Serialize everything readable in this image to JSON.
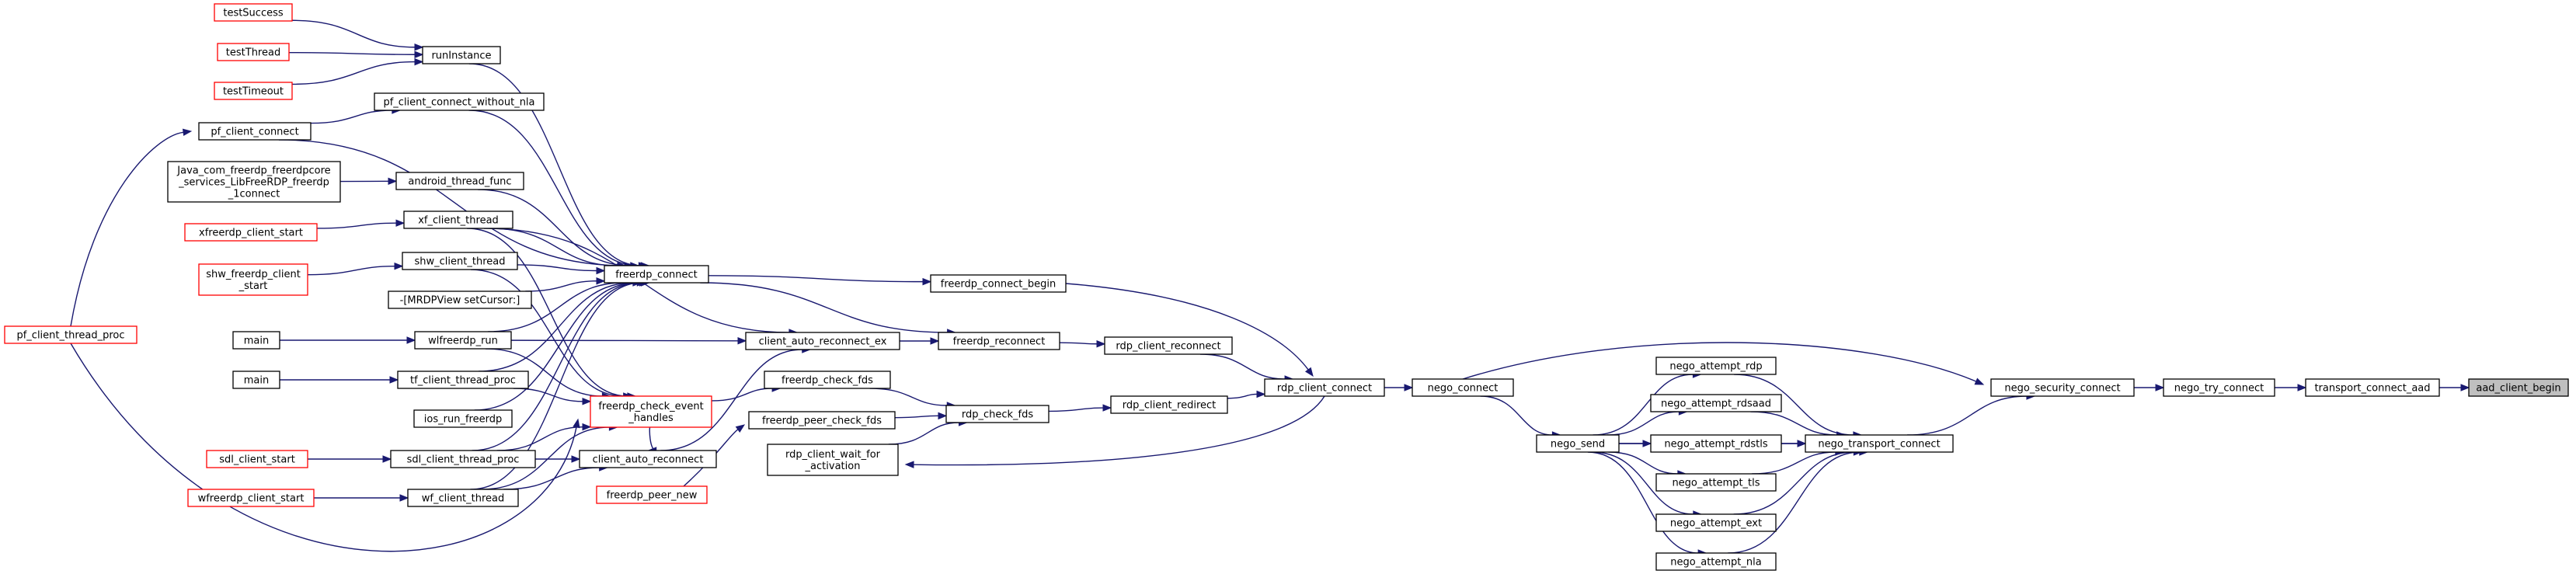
{
  "diagram": {
    "type": "call-graph",
    "colors": {
      "edge": "#191970",
      "node_border": "#000000",
      "truncated_border": "#ff0000",
      "root_fill": "#bfbfbf"
    },
    "nodes": [
      {
        "id": "aad_client_begin",
        "label": [
          "aad_client_begin"
        ],
        "style": "root"
      },
      {
        "id": "transport_connect_aad",
        "label": [
          "transport_connect_aad"
        ],
        "style": "normal"
      },
      {
        "id": "nego_try_connect",
        "label": [
          "nego_try_connect"
        ],
        "style": "normal"
      },
      {
        "id": "nego_security_connect",
        "label": [
          "nego_security_connect"
        ],
        "style": "normal"
      },
      {
        "id": "nego_transport_connect",
        "label": [
          "nego_transport_connect"
        ],
        "style": "normal"
      },
      {
        "id": "nego_attempt_rdp",
        "label": [
          "nego_attempt_rdp"
        ],
        "style": "normal"
      },
      {
        "id": "nego_attempt_rdsaad",
        "label": [
          "nego_attempt_rdsaad"
        ],
        "style": "normal"
      },
      {
        "id": "nego_attempt_rdstls",
        "label": [
          "nego_attempt_rdstls"
        ],
        "style": "normal"
      },
      {
        "id": "nego_attempt_tls",
        "label": [
          "nego_attempt_tls"
        ],
        "style": "normal"
      },
      {
        "id": "nego_attempt_ext",
        "label": [
          "nego_attempt_ext"
        ],
        "style": "normal"
      },
      {
        "id": "nego_attempt_nla",
        "label": [
          "nego_attempt_nla"
        ],
        "style": "normal"
      },
      {
        "id": "nego_send",
        "label": [
          "nego_send"
        ],
        "style": "normal"
      },
      {
        "id": "nego_connect",
        "label": [
          "nego_connect"
        ],
        "style": "normal"
      },
      {
        "id": "rdp_client_connect",
        "label": [
          "rdp_client_connect"
        ],
        "style": "normal"
      },
      {
        "id": "freerdp_connect_begin",
        "label": [
          "freerdp_connect_begin"
        ],
        "style": "normal"
      },
      {
        "id": "rdp_client_reconnect",
        "label": [
          "rdp_client_reconnect"
        ],
        "style": "normal"
      },
      {
        "id": "rdp_client_redirect",
        "label": [
          "rdp_client_redirect"
        ],
        "style": "normal"
      },
      {
        "id": "rdp_check_fds",
        "label": [
          "rdp_check_fds"
        ],
        "style": "normal"
      },
      {
        "id": "rdp_client_wait_for_activation",
        "label": [
          "rdp_client_wait_for",
          "_activation"
        ],
        "style": "normal"
      },
      {
        "id": "freerdp_reconnect",
        "label": [
          "freerdp_reconnect"
        ],
        "style": "normal"
      },
      {
        "id": "freerdp_check_fds",
        "label": [
          "freerdp_check_fds"
        ],
        "style": "normal"
      },
      {
        "id": "freerdp_peer_check_fds",
        "label": [
          "freerdp_peer_check_fds"
        ],
        "style": "normal"
      },
      {
        "id": "freerdp_peer_new",
        "label": [
          "freerdp_peer_new"
        ],
        "style": "red"
      },
      {
        "id": "client_auto_reconnect_ex",
        "label": [
          "client_auto_reconnect_ex"
        ],
        "style": "normal"
      },
      {
        "id": "client_auto_reconnect",
        "label": [
          "client_auto_reconnect"
        ],
        "style": "normal"
      },
      {
        "id": "freerdp_connect",
        "label": [
          "freerdp_connect"
        ],
        "style": "normal"
      },
      {
        "id": "freerdp_check_event_handles",
        "label": [
          "freerdp_check_event",
          "_handles"
        ],
        "style": "red"
      },
      {
        "id": "runInstance",
        "label": [
          "runInstance"
        ],
        "style": "normal"
      },
      {
        "id": "testSuccess",
        "label": [
          "testSuccess"
        ],
        "style": "red"
      },
      {
        "id": "testThread",
        "label": [
          "testThread"
        ],
        "style": "red"
      },
      {
        "id": "testTimeout",
        "label": [
          "testTimeout"
        ],
        "style": "red"
      },
      {
        "id": "pf_client_connect_without_nla",
        "label": [
          "pf_client_connect_without_nla"
        ],
        "style": "normal"
      },
      {
        "id": "pf_client_connect",
        "label": [
          "pf_client_connect"
        ],
        "style": "normal"
      },
      {
        "id": "android_thread_func",
        "label": [
          "android_thread_func"
        ],
        "style": "normal"
      },
      {
        "id": "java_connect",
        "label": [
          "Java_com_freerdp_freerdpcore",
          "_services_LibFreeRDP_freerdp",
          "_1connect"
        ],
        "style": "normal"
      },
      {
        "id": "xf_client_thread",
        "label": [
          "xf_client_thread"
        ],
        "style": "normal"
      },
      {
        "id": "xfreerdp_client_start",
        "label": [
          "xfreerdp_client_start"
        ],
        "style": "red"
      },
      {
        "id": "shw_client_thread",
        "label": [
          "shw_client_thread"
        ],
        "style": "normal"
      },
      {
        "id": "shw_freerdp_client_start",
        "label": [
          "shw_freerdp_client",
          "_start"
        ],
        "style": "red"
      },
      {
        "id": "mrdpview_setcursor",
        "label": [
          "-[MRDPView setCursor:]"
        ],
        "style": "normal"
      },
      {
        "id": "wlfreerdp_run",
        "label": [
          "wlfreerdp_run"
        ],
        "style": "normal"
      },
      {
        "id": "main_1",
        "label": [
          "main"
        ],
        "style": "normal"
      },
      {
        "id": "tf_client_thread_proc",
        "label": [
          "tf_client_thread_proc"
        ],
        "style": "normal"
      },
      {
        "id": "main_2",
        "label": [
          "main"
        ],
        "style": "normal"
      },
      {
        "id": "ios_run_freerdp",
        "label": [
          "ios_run_freerdp"
        ],
        "style": "normal"
      },
      {
        "id": "sdl_client_thread_proc",
        "label": [
          "sdl_client_thread_proc"
        ],
        "style": "normal"
      },
      {
        "id": "sdl_client_start",
        "label": [
          "sdl_client_start"
        ],
        "style": "red"
      },
      {
        "id": "wf_client_thread",
        "label": [
          "wf_client_thread"
        ],
        "style": "normal"
      },
      {
        "id": "wfreerdp_client_start",
        "label": [
          "wfreerdp_client_start"
        ],
        "style": "red"
      },
      {
        "id": "pf_client_thread_proc",
        "label": [
          "pf_client_thread_proc"
        ],
        "style": "red"
      }
    ],
    "edges": [
      [
        "transport_connect_aad",
        "aad_client_begin"
      ],
      [
        "nego_try_connect",
        "transport_connect_aad"
      ],
      [
        "nego_security_connect",
        "nego_try_connect"
      ],
      [
        "nego_transport_connect",
        "nego_security_connect"
      ],
      [
        "nego_connect",
        "nego_security_connect"
      ],
      [
        "nego_attempt_rdp",
        "nego_transport_connect"
      ],
      [
        "nego_attempt_rdsaad",
        "nego_transport_connect"
      ],
      [
        "nego_attempt_rdstls",
        "nego_transport_connect"
      ],
      [
        "nego_attempt_tls",
        "nego_transport_connect"
      ],
      [
        "nego_attempt_ext",
        "nego_transport_connect"
      ],
      [
        "nego_attempt_nla",
        "nego_transport_connect"
      ],
      [
        "nego_send",
        "nego_transport_connect"
      ],
      [
        "nego_send",
        "nego_attempt_rdp"
      ],
      [
        "nego_send",
        "nego_attempt_rdsaad"
      ],
      [
        "nego_send",
        "nego_attempt_rdstls"
      ],
      [
        "nego_send",
        "nego_attempt_tls"
      ],
      [
        "nego_send",
        "nego_attempt_ext"
      ],
      [
        "nego_send",
        "nego_attempt_nla"
      ],
      [
        "nego_connect",
        "nego_send"
      ],
      [
        "rdp_client_connect",
        "nego_connect"
      ],
      [
        "freerdp_connect_begin",
        "rdp_client_connect"
      ],
      [
        "rdp_client_reconnect",
        "rdp_client_connect"
      ],
      [
        "rdp_client_redirect",
        "rdp_client_connect"
      ],
      [
        "rdp_client_connect",
        "rdp_client_wait_for_activation"
      ],
      [
        "rdp_check_fds",
        "rdp_client_redirect"
      ],
      [
        "freerdp_reconnect",
        "rdp_client_reconnect"
      ],
      [
        "freerdp_check_fds",
        "rdp_check_fds"
      ],
      [
        "freerdp_peer_check_fds",
        "rdp_check_fds"
      ],
      [
        "rdp_client_wait_for_activation",
        "rdp_check_fds"
      ],
      [
        "freerdp_peer_new",
        "freerdp_peer_check_fds"
      ],
      [
        "client_auto_reconnect_ex",
        "freerdp_reconnect"
      ],
      [
        "freerdp_connect",
        "freerdp_reconnect"
      ],
      [
        "freerdp_connect",
        "freerdp_connect_begin"
      ],
      [
        "freerdp_check_event_handles",
        "freerdp_check_fds"
      ],
      [
        "client_auto_reconnect",
        "client_auto_reconnect_ex"
      ],
      [
        "xf_client_thread",
        "client_auto_reconnect_ex"
      ],
      [
        "wlfreerdp_run",
        "client_auto_reconnect_ex"
      ],
      [
        "freerdp_check_event_handles",
        "client_auto_reconnect"
      ],
      [
        "sdl_client_thread_proc",
        "client_auto_reconnect"
      ],
      [
        "wf_client_thread",
        "client_auto_reconnect"
      ],
      [
        "runInstance",
        "freerdp_connect"
      ],
      [
        "pf_client_connect_without_nla",
        "freerdp_connect"
      ],
      [
        "pf_client_connect",
        "freerdp_connect"
      ],
      [
        "android_thread_func",
        "freerdp_connect"
      ],
      [
        "xf_client_thread",
        "freerdp_connect"
      ],
      [
        "shw_client_thread",
        "freerdp_connect"
      ],
      [
        "mrdpview_setcursor",
        "freerdp_connect"
      ],
      [
        "wlfreerdp_run",
        "freerdp_connect"
      ],
      [
        "tf_client_thread_proc",
        "freerdp_connect"
      ],
      [
        "ios_run_freerdp",
        "freerdp_connect"
      ],
      [
        "sdl_client_thread_proc",
        "freerdp_connect"
      ],
      [
        "wf_client_thread",
        "freerdp_connect"
      ],
      [
        "xf_client_thread",
        "freerdp_check_event_handles"
      ],
      [
        "shw_client_thread",
        "freerdp_check_event_handles"
      ],
      [
        "wlfreerdp_run",
        "freerdp_check_event_handles"
      ],
      [
        "tf_client_thread_proc",
        "freerdp_check_event_handles"
      ],
      [
        "sdl_client_thread_proc",
        "freerdp_check_event_handles"
      ],
      [
        "wf_client_thread",
        "freerdp_check_event_handles"
      ],
      [
        "pf_client_thread_proc",
        "freerdp_check_event_handles"
      ],
      [
        "testSuccess",
        "runInstance"
      ],
      [
        "testThread",
        "runInstance"
      ],
      [
        "testTimeout",
        "runInstance"
      ],
      [
        "pf_client_connect",
        "pf_client_connect_without_nla"
      ],
      [
        "pf_client_thread_proc",
        "pf_client_connect"
      ],
      [
        "java_connect",
        "android_thread_func"
      ],
      [
        "xfreerdp_client_start",
        "xf_client_thread"
      ],
      [
        "shw_freerdp_client_start",
        "shw_client_thread"
      ],
      [
        "main_1",
        "wlfreerdp_run"
      ],
      [
        "main_2",
        "tf_client_thread_proc"
      ],
      [
        "sdl_client_start",
        "sdl_client_thread_proc"
      ],
      [
        "wfreerdp_client_start",
        "wf_client_thread"
      ]
    ]
  }
}
